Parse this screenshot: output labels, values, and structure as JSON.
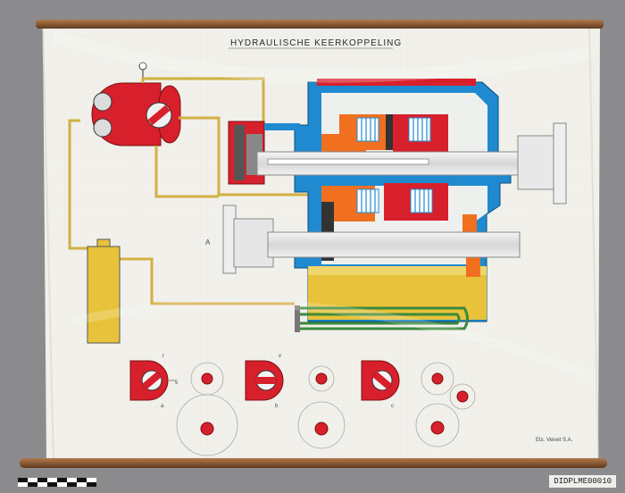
{
  "poster": {
    "title": "HYDRAULISCHE KEERKOPPELING",
    "shaft_label": "A",
    "signature": "Ets. Veivet S.A.",
    "fig_labels": [
      "a",
      "b",
      "c"
    ],
    "port_labels": [
      "r",
      "s",
      "v"
    ]
  },
  "catalog_id": "DIDPLME00010",
  "colors": {
    "background": "#8b8b8d",
    "paper": "#f1f0ea",
    "housing_blue": "#1f8ad0",
    "red": "#d8202c",
    "orange": "#f07020",
    "oil_yellow": "#e8c23a",
    "pipe_yellow": "#d2b043",
    "rod_wood": "#8a5a35",
    "shaft_grey": "#e3e3e3"
  }
}
